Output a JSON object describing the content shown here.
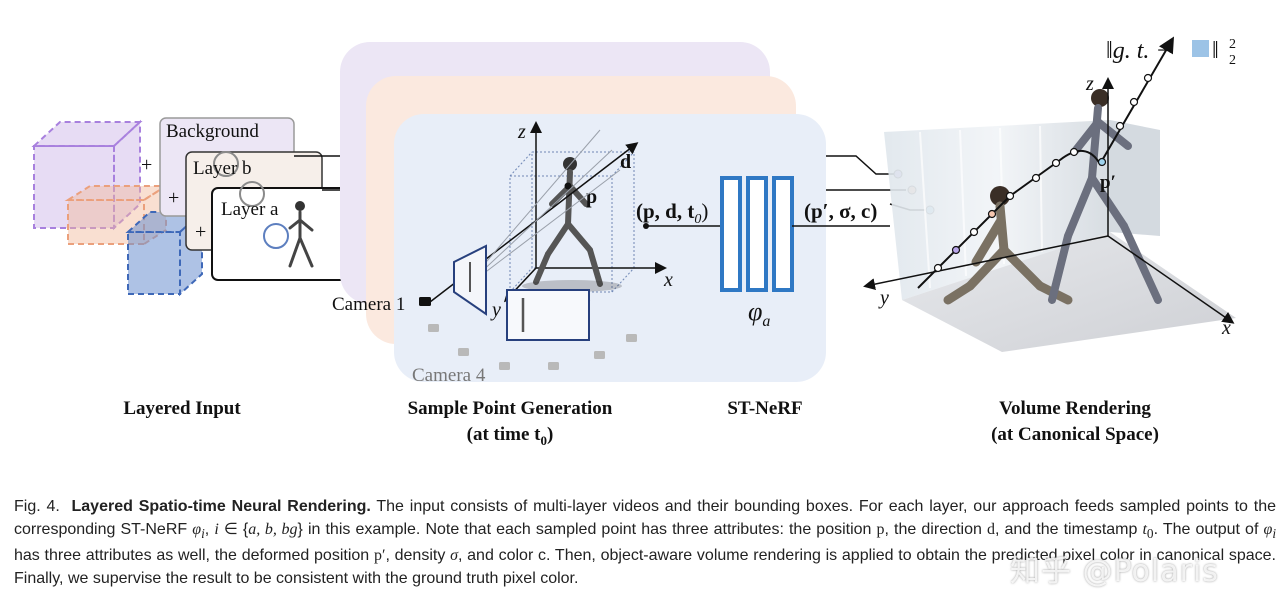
{
  "figure": {
    "stage_labels": {
      "layered_input": "Layered Input",
      "sample_point_generation": "Sample Point Generation",
      "sample_point_time": "(at time t",
      "sample_point_time_sub": "0",
      "sample_point_time_close": ")",
      "st_nerf": "ST-NeRF",
      "volume_rendering": "Volume Rendering",
      "volume_rendering_space": "(at Canonical Space)"
    },
    "layers": {
      "background": "Background",
      "layer_b": "Layer b",
      "layer_a": "Layer a",
      "plus": "+"
    },
    "cameras": {
      "camera1": "Camera 1",
      "camera4": "Camera 4"
    },
    "sample_axes": {
      "z": "z",
      "y": "y",
      "x": "x",
      "d": "d",
      "p": "p"
    },
    "network": {
      "input": "(p, d, t",
      "input_sub": "0",
      "input_close": ")",
      "output": "(p′, σ, c)",
      "phi": "φ",
      "phi_sub": "a"
    },
    "volume_axes": {
      "z": "z",
      "y": "y",
      "x": "x",
      "p_prime": "p′"
    },
    "loss": {
      "text": "‖g. t. − ",
      "close": "‖",
      "sup": "2",
      "sub": "2"
    },
    "colors": {
      "layer_background": "#b99be0",
      "layer_b": "#f2b89a",
      "layer_a": "#4f79c6",
      "network_block": "#2f78c4",
      "panel_purple": "#ece6f5",
      "panel_peach": "#fbe9df",
      "panel_blue": "#e8eef8",
      "loss_square": "#9cc3e6"
    }
  },
  "caption": {
    "fig_number": "Fig. 4.",
    "title": "Layered Spatio-time Neural Rendering.",
    "line1": "The input consists of multi-layer videos and their bounding boxes. For each layer, our approach feeds",
    "line2a": "sampled points to the corresponding ST-NeRF ",
    "line2_phi": "φ",
    "line2_sub": "i",
    "line2b": ", ",
    "line2_i": "i",
    "line2c": " ∈ {",
    "line2_set": "a, b, bg",
    "line2d": "} in this example. Note that each sampled point has three attributes: the position ",
    "line2_p": "p",
    "line2e": ", the",
    "line3a": "direction ",
    "line3_d": "d",
    "line3b": ", and the timestamp ",
    "line3_t": "t",
    "line3_t_sub": "0",
    "line3c": ". The output of ",
    "line3_phi": "φ",
    "line3_phi_sub": "i",
    "line3d": " has three attributes as well, the deformed position ",
    "line3_pp": "p′",
    "line3e": ", density ",
    "line3_sigma": "σ",
    "line3f": ", and color c. Then, object-aware volume",
    "line4": "rendering is applied to obtain the predicted pixel color in canonical space. Finally, we supervise the result to be consistent with the ground truth pixel color."
  },
  "watermark": "知乎 @Polaris"
}
